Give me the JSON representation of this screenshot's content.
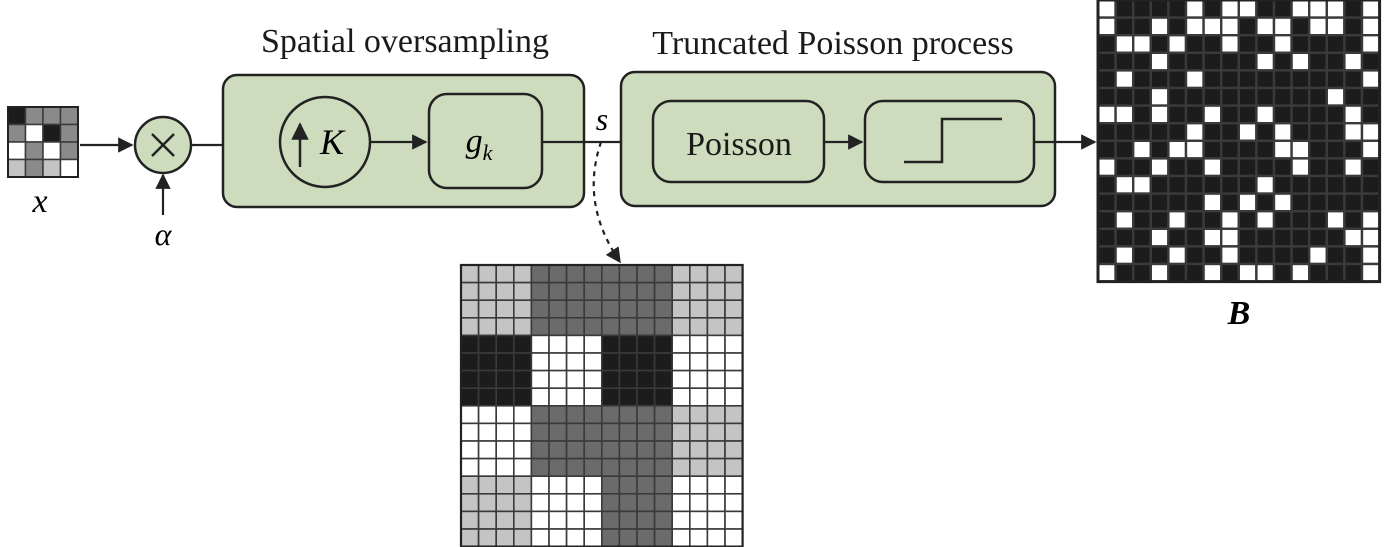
{
  "colors": {
    "block_fill": "#ccdcbc",
    "stroke": "#222222",
    "black": "#1c1c1c",
    "dark_gray": "#6b6b6b",
    "mid_gray": "#8a8a8a",
    "light_gray": "#c4c4c4",
    "white": "#ffffff",
    "grid_line": "#3a3a3a"
  },
  "labels": {
    "input_var": "x",
    "gain_var": "α",
    "oversampling_title": "Spatial oversampling",
    "upsample_symbol": "K",
    "filter_main": "g",
    "filter_sub": "k",
    "signal_var": "s",
    "poisson_title": "Truncated Poisson process",
    "poisson_block": "Poisson",
    "output_var": "B"
  },
  "icons": {
    "multiply": "multiply-circle-icon",
    "upsample": "up-arrow-icon",
    "threshold": "step-function-icon"
  },
  "input_image": [
    [
      "black",
      "mid_gray",
      "mid_gray",
      "mid_gray"
    ],
    [
      "mid_gray",
      "white",
      "black",
      "mid_gray"
    ],
    [
      "white",
      "mid_gray",
      "white",
      "mid_gray"
    ],
    [
      "light_gray",
      "mid_gray",
      "light_gray",
      "white"
    ]
  ],
  "oversampled_image": [
    [
      "light_gray",
      "dark_gray",
      "dark_gray",
      "light_gray"
    ],
    [
      "black",
      "white",
      "black",
      "white"
    ],
    [
      "white",
      "dark_gray",
      "dark_gray",
      "light_gray"
    ],
    [
      "light_gray",
      "white",
      "dark_gray",
      "white"
    ]
  ],
  "oversample_factor": 4,
  "output_bits": [
    "1000010110011101",
    "1001011101101101",
    "0110100100100001",
    "0001000001010010",
    "0100010000000001",
    "0001000000000100",
    "1101001001000010",
    "0000010010100011",
    "0010110000110001",
    "1001001000010010",
    "0110000001000000",
    "0000001010100000",
    "0100100101000101",
    "0001001100000011",
    "0100100100001001",
    "1001001011010001"
  ]
}
